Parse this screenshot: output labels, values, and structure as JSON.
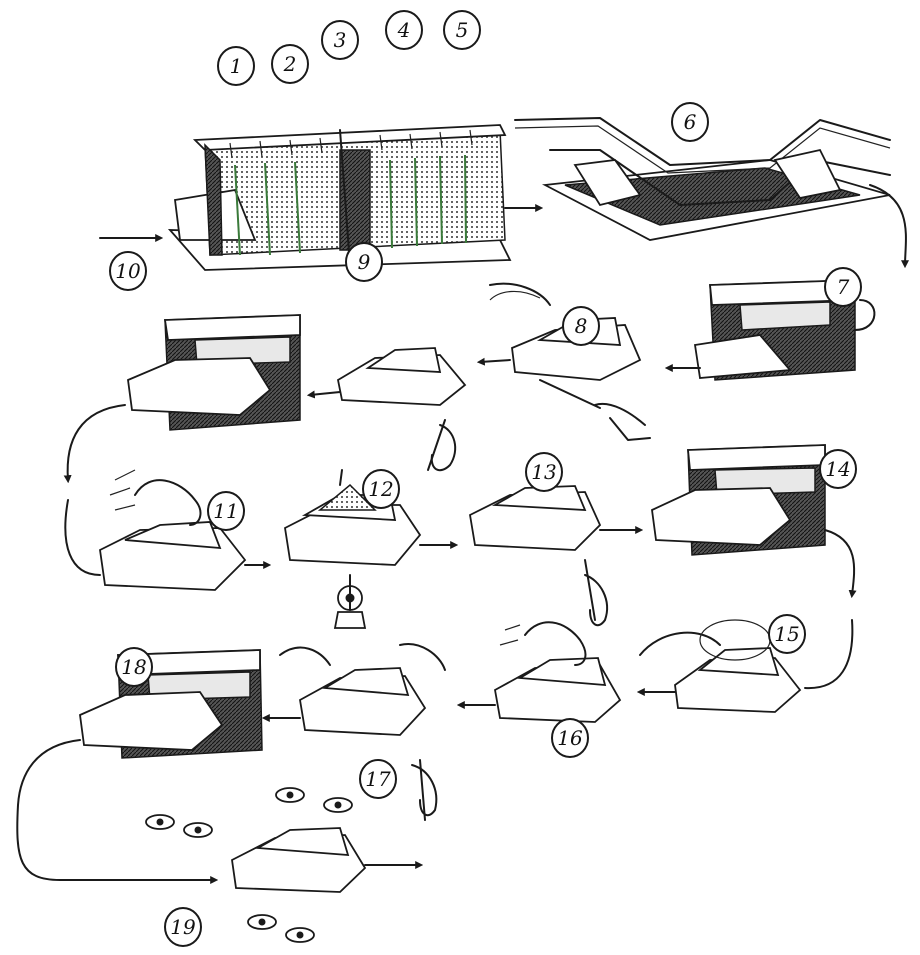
{
  "diagram": {
    "steps": [
      {
        "label": "1"
      },
      {
        "label": "2"
      },
      {
        "label": "3"
      },
      {
        "label": "4"
      },
      {
        "label": "5"
      },
      {
        "label": "6"
      },
      {
        "label": "7"
      },
      {
        "label": "8"
      },
      {
        "label": "9"
      },
      {
        "label": "10"
      },
      {
        "label": "11"
      },
      {
        "label": "12"
      },
      {
        "label": "13"
      },
      {
        "label": "14"
      },
      {
        "label": "15"
      },
      {
        "label": "16"
      },
      {
        "label": "17"
      },
      {
        "label": "18"
      },
      {
        "label": "19"
      }
    ],
    "colors": {
      "ink": "#1a1a1a",
      "paper": "#ffffff",
      "accent": "#3a7a3a"
    }
  }
}
